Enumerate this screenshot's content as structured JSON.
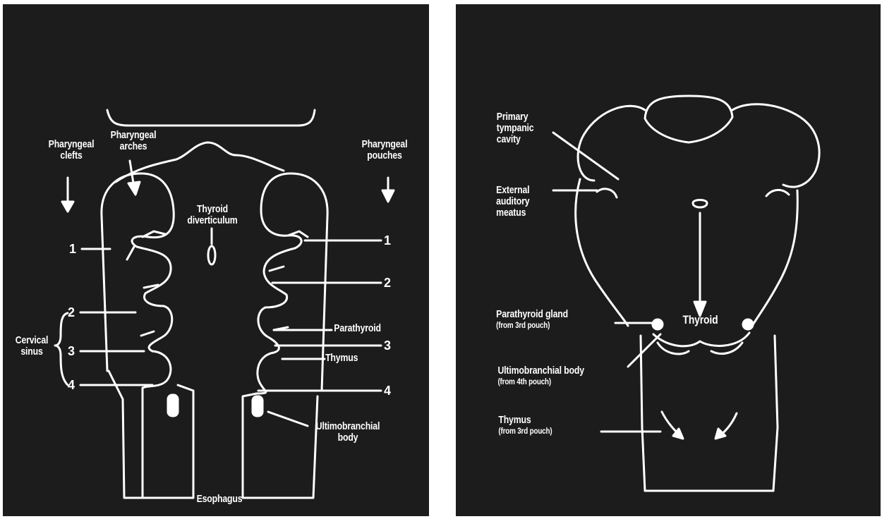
{
  "left": {
    "labels": {
      "pharyngeal_clefts_1": "Pharyngeal",
      "pharyngeal_clefts_2": "clefts",
      "pharyngeal_arches_1": "Pharyngeal",
      "pharyngeal_arches_2": "arches",
      "pharyngeal_pouches_1": "Pharyngeal",
      "pharyngeal_pouches_2": "pouches",
      "thyroid_diverticulum_1": "Thyroid",
      "thyroid_diverticulum_2": "diverticulum",
      "cervical_sinus_1": "Cervical",
      "cervical_sinus_2": "sinus",
      "parathyroid": "Parathyroid",
      "thymus": "Thymus",
      "ultimobranchial_body_1": "Ultimobranchial",
      "ultimobranchial_body_2": "body",
      "esophagus": "Esophagus"
    },
    "cleft_numbers": [
      "1",
      "2",
      "3",
      "4"
    ],
    "pouch_numbers": [
      "1",
      "2",
      "3",
      "4"
    ]
  },
  "right": {
    "labels": {
      "primary_tympanic_cavity_1": "Primary",
      "primary_tympanic_cavity_2": "tympanic",
      "primary_tympanic_cavity_3": "cavity",
      "external_auditory_meatus_1": "External",
      "external_auditory_meatus_2": "auditory",
      "external_auditory_meatus_3": "meatus",
      "parathyroid_gland": "Parathyroid gland",
      "parathyroid_gland_source": "(from 3rd pouch)",
      "thyroid": "Thyroid",
      "ultimobranchial_body": "Ultimobranchial body",
      "ultimobranchial_body_source": "(from 4th pouch)",
      "thymus": "Thymus",
      "thymus_source": "(from 3rd pouch)"
    }
  },
  "colors": {
    "panel_background": "#1c1c1c",
    "line": "#ffffff"
  }
}
